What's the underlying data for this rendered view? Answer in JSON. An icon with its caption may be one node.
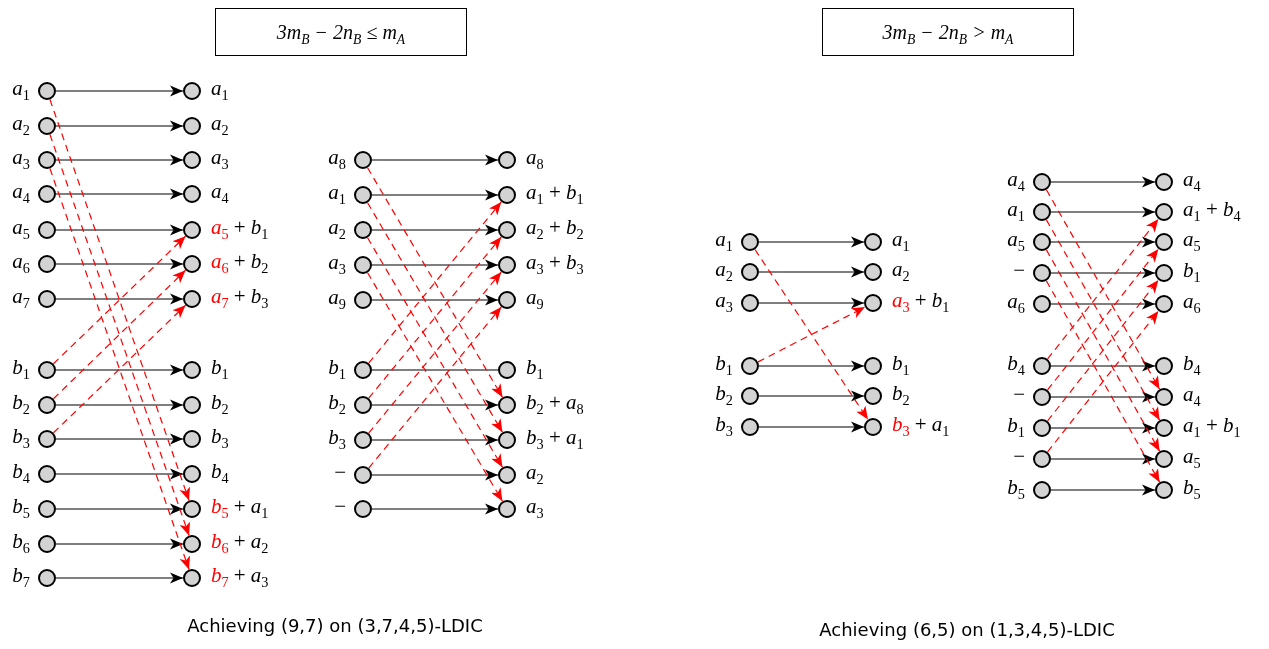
{
  "diagram": {
    "nodes": [
      {
        "text": [
          "3m$_{B}$ − 2n$_{B}$ ≤ m$_{A}$"
        ]
      },
      {
        "text": [],
        "shape": "circle",
        "beside": [
          "*a*$_{1}$"
        ]
      },
      {
        "text": [],
        "shape": "circle",
        "beside": [
          "*a*$_{2}$"
        ]
      },
      {
        "text": [],
        "shape": "circle",
        "beside": [
          "*a*$_{3}$"
        ]
      },
      {
        "text": [],
        "shape": "circle",
        "beside": [
          "*a*$_{4}$"
        ]
      },
      {
        "text": [],
        "shape": "circle",
        "beside": [
          "*a*$_{5}$"
        ]
      },
      {
        "text": [],
        "shape": "circle",
        "beside": [
          "*a*$_{6}$"
        ]
      },
      {
        "text": [],
        "shape": "circle",
        "beside": [
          "*a*$_{7}$"
        ]
      },
      {
        "text": [],
        "shape": "circle",
        "beside": [
          "*b*$_{1}$"
        ]
      },
      {
        "text": [],
        "shape": "circle",
        "beside": [
          "*b*$_{2}$"
        ]
      },
      {
        "text": [],
        "shape": "circle",
        "beside": [
          "*b*$_{3}$"
        ]
      },
      {
        "text": [],
        "shape": "circle",
        "beside": [
          "*b*$_{4}$"
        ]
      },
      {
        "text": [],
        "shape": "circle",
        "beside": [
          "*b*$_{5}$"
        ]
      },
      {
        "text": [],
        "shape": "circle",
        "beside": [
          "*b*$_{6}$"
        ]
      },
      {
        "text": [],
        "shape": "circle",
        "beside": [
          "*b*$_{7}$"
        ]
      },
      {
        "text": [],
        "shape": "circle",
        "beside": [
          "*a*$_{1}$"
        ]
      },
      {
        "text": [],
        "shape": "circle",
        "beside": [
          "*a*$_{2}$"
        ]
      },
      {
        "text": [],
        "shape": "circle",
        "beside": [
          "*a*$_{3}$"
        ]
      },
      {
        "text": [],
        "shape": "circle",
        "beside": [
          "*a*$_{4}$"
        ]
      },
      {
        "text": [],
        "shape": "circle",
        "beside": [
          "*a*$_{5}$",
          "+ *b*$_{1}$"
        ]
      },
      {
        "text": [],
        "shape": "circle",
        "beside": [
          "*a*$_{6}$",
          "+ *b*$_{2}$"
        ]
      },
      {
        "text": [],
        "shape": "circle",
        "beside": [
          "*a*$_{7}$",
          "+ *b*$_{3}$"
        ]
      },
      {
        "text": [],
        "shape": "circle",
        "beside": [
          "*b*$_{1}$"
        ]
      },
      {
        "text": [],
        "shape": "circle",
        "beside": [
          "*b*$_{2}$"
        ]
      },
      {
        "text": [],
        "shape": "circle",
        "beside": [
          "*b*$_{3}$"
        ]
      },
      {
        "text": [],
        "shape": "circle",
        "beside": [
          "*b*$_{4}$"
        ]
      },
      {
        "text": [],
        "shape": "circle",
        "beside": [
          "*b*$_{5}$",
          "+ *a*$_{1}$"
        ]
      },
      {
        "text": [],
        "shape": "circle",
        "beside": [
          "*b*$_{6}$",
          "+ *a*$_{2}$"
        ]
      },
      {
        "text": [],
        "shape": "circle",
        "beside": [
          "*b*$_{7}$",
          "+ *a*$_{3}$"
        ]
      },
      {
        "text": [],
        "shape": "circle",
        "beside": [
          "*a*$_{8}$"
        ]
      },
      {
        "text": [],
        "shape": "circle",
        "beside": [
          "*a*$_{1}$"
        ]
      },
      {
        "text": [],
        "shape": "circle",
        "beside": [
          "*a*$_{2}$"
        ]
      },
      {
        "text": [],
        "shape": "circle",
        "beside": [
          "*a*$_{3}$"
        ]
      },
      {
        "text": [],
        "shape": "circle",
        "beside": [
          "*a*$_{9}$"
        ]
      },
      {
        "text": [],
        "shape": "circle",
        "beside": [
          "*b*$_{1}$"
        ]
      },
      {
        "text": [],
        "shape": "circle",
        "beside": [
          "*b*$_{2}$"
        ]
      },
      {
        "text": [],
        "shape": "circle",
        "beside": [
          "*b*$_{3}$"
        ]
      },
      {
        "text": [],
        "shape": "circle",
        "beside": [
          "−"
        ]
      },
      {
        "text": [],
        "shape": "circle",
        "beside": [
          "−"
        ]
      },
      {
        "text": [],
        "shape": "circle",
        "beside": [
          "*a*$_{8}$"
        ]
      },
      {
        "text": [],
        "shape": "circle",
        "beside": [
          "*a*$_{1}$ + *b*$_{1}$"
        ]
      },
      {
        "text": [],
        "shape": "circle",
        "beside": [
          "*a*$_{2}$ + *b*$_{2}$"
        ]
      },
      {
        "text": [],
        "shape": "circle",
        "beside": [
          "*a*$_{3}$ + *b*$_{3}$"
        ]
      },
      {
        "text": [],
        "shape": "circle",
        "beside": [
          "*a*$_{9}$"
        ]
      },
      {
        "text": [],
        "shape": "circle",
        "beside": [
          "*b*$_{1}$"
        ]
      },
      {
        "text": [],
        "shape": "circle",
        "beside": [
          "*b*$_{2}$ + *a*$_{8}$"
        ]
      },
      {
        "text": [],
        "shape": "circle",
        "beside": [
          "*b*$_{3}$ + *a*$_{1}$"
        ]
      },
      {
        "text": [],
        "shape": "circle",
        "beside": [
          "*a*$_{2}$"
        ]
      },
      {
        "text": [],
        "shape": "circle",
        "beside": [
          "*a*$_{3}$"
        ]
      },
      {
        "text": [
          "3m$_{B}$ − 2n$_{B}$ > m$_{A}$"
        ]
      },
      {
        "text": [],
        "shape": "circle",
        "beside": [
          "*a*$_{1}$"
        ]
      },
      {
        "text": [],
        "shape": "circle",
        "beside": [
          "*a*$_{2}$"
        ]
      },
      {
        "text": [],
        "shape": "circle",
        "beside": [
          "*a*$_{3}$"
        ]
      },
      {
        "text": [],
        "shape": "circle",
        "beside": [
          "*b*$_{1}$"
        ]
      },
      {
        "text": [],
        "shape": "circle",
        "beside": [
          "*b*$_{2}$"
        ]
      },
      {
        "text": [],
        "shape": "circle",
        "beside": [
          "*b*$_{3}$"
        ]
      },
      {
        "text": [],
        "shape": "circle",
        "beside": [
          "*a*$_{1}$"
        ]
      },
      {
        "text": [],
        "shape": "circle",
        "beside": [
          "*a*$_{2}$"
        ]
      },
      {
        "text": [],
        "shape": "circle",
        "beside": [
          "*a*$_{3}$",
          "+ *b*$_{1}$"
        ]
      },
      {
        "text": [],
        "shape": "circle",
        "beside": [
          "*b*$_{1}$"
        ]
      },
      {
        "text": [],
        "shape": "circle",
        "beside": [
          "*b*$_{2}$"
        ]
      },
      {
        "text": [],
        "shape": "circle",
        "beside": [
          "*b*$_{3}$",
          "+ *a*$_{1}$"
        ]
      },
      {
        "text": [],
        "shape": "circle",
        "beside": [
          "*a*$_{4}$"
        ]
      },
      {
        "text": [],
        "shape": "circle",
        "beside": [
          "*a*$_{1}$"
        ]
      },
      {
        "text": [],
        "shape": "circle",
        "beside": [
          "*a*$_{5}$"
        ]
      },
      {
        "text": [],
        "shape": "circle",
        "beside": [
          "−"
        ]
      },
      {
        "text": [],
        "shape": "circle",
        "beside": [
          "*a*$_{6}$"
        ]
      },
      {
        "text": [],
        "shape": "circle",
        "beside": [
          "*b*$_{4}$"
        ]
      },
      {
        "text": [],
        "shape": "circle",
        "beside": [
          "−"
        ]
      },
      {
        "text": [],
        "shape": "circle",
        "beside": [
          "*b*$_{1}$"
        ]
      },
      {
        "text": [],
        "shape": "circle",
        "beside": [
          "−"
        ]
      },
      {
        "text": [],
        "shape": "circle",
        "beside": [
          "*b*$_{5}$"
        ]
      },
      {
        "text": [],
        "shape": "circle",
        "beside": [
          "*a*$_{4}$"
        ]
      },
      {
        "text": [],
        "shape": "circle",
        "beside": [
          "*a*$_{1}$ + *b*$_{4}$"
        ]
      },
      {
        "text": [],
        "shape": "circle",
        "beside": [
          "*a*$_{5}$"
        ]
      },
      {
        "text": [],
        "shape": "circle",
        "beside": [
          "*b*$_{1}$"
        ]
      },
      {
        "text": [],
        "shape": "circle",
        "beside": [
          "*a*$_{6}$"
        ]
      },
      {
        "text": [],
        "shape": "circle",
        "beside": [
          "*b*$_{4}$"
        ]
      },
      {
        "text": [],
        "shape": "circle",
        "beside": [
          "*a*$_{4}$"
        ]
      },
      {
        "text": [],
        "shape": "circle",
        "beside": [
          "*a*$_{1}$ + *b*$_{1}$"
        ]
      },
      {
        "text": [],
        "shape": "circle",
        "beside": [
          "*a*$_{5}$"
        ]
      },
      {
        "text": [],
        "shape": "circle",
        "beside": [
          "*b*$_{5}$"
        ]
      }
    ],
    "edges": [
      {
        "from": 1,
        "to": 15,
        "arrow": "to"
      },
      {
        "from": 2,
        "to": 16,
        "arrow": "to"
      },
      {
        "from": 3,
        "to": 17,
        "arrow": "to"
      },
      {
        "from": 4,
        "to": 18,
        "arrow": "to"
      },
      {
        "from": 5,
        "to": 19,
        "arrow": "to"
      },
      {
        "from": 6,
        "to": 20,
        "arrow": "to"
      },
      {
        "from": 7,
        "to": 21,
        "arrow": "to"
      },
      {
        "from": 8,
        "to": 22,
        "arrow": "to"
      },
      {
        "from": 9,
        "to": 23,
        "arrow": "to"
      },
      {
        "from": 10,
        "to": 24,
        "arrow": "to"
      },
      {
        "from": 11,
        "to": 25,
        "arrow": "to"
      },
      {
        "from": 12,
        "to": 26,
        "arrow": "to"
      },
      {
        "from": 13,
        "to": 27,
        "arrow": "to"
      },
      {
        "from": 14,
        "to": 28,
        "arrow": "to"
      },
      {
        "from": 1,
        "to": 26,
        "arrow": "to",
        "style": "dashed",
        "color": "#ff0000"
      },
      {
        "from": 2,
        "to": 27,
        "arrow": "to",
        "style": "dashed",
        "color": "#ff0000"
      },
      {
        "from": 3,
        "to": 28,
        "arrow": "to",
        "style": "dashed",
        "color": "#ff0000"
      },
      {
        "from": 8,
        "to": 19,
        "arrow": "to",
        "style": "dashed",
        "color": "#ff0000"
      },
      {
        "from": 9,
        "to": 20,
        "arrow": "to",
        "style": "dashed",
        "color": "#ff0000"
      },
      {
        "from": 10,
        "to": 21,
        "arrow": "to",
        "style": "dashed",
        "color": "#ff0000"
      },
      {
        "from": 29,
        "to": 39,
        "arrow": "to"
      },
      {
        "from": 30,
        "to": 40,
        "arrow": "to"
      },
      {
        "from": 31,
        "to": 41,
        "arrow": "to"
      },
      {
        "from": 32,
        "to": 42,
        "arrow": "to"
      },
      {
        "from": 33,
        "to": 43,
        "arrow": "to"
      },
      {
        "from": 34,
        "to": 44,
        "arrow": "none"
      },
      {
        "from": 35,
        "to": 45,
        "arrow": "to"
      },
      {
        "from": 36,
        "to": 46,
        "arrow": "to"
      },
      {
        "from": 37,
        "to": 47,
        "arrow": "to"
      },
      {
        "from": 38,
        "to": 48,
        "arrow": "to"
      },
      {
        "from": 29,
        "to": 45,
        "arrow": "to",
        "style": "dashed",
        "color": "#ff0000"
      },
      {
        "from": 30,
        "to": 46,
        "arrow": "to",
        "style": "dashed",
        "color": "#ff0000"
      },
      {
        "from": 31,
        "to": 47,
        "arrow": "to",
        "style": "dashed",
        "color": "#ff0000"
      },
      {
        "from": 32,
        "to": 48,
        "arrow": "to",
        "style": "dashed",
        "color": "#ff0000"
      },
      {
        "from": 34,
        "to": 40,
        "arrow": "to",
        "style": "dashed",
        "color": "#ff0000"
      },
      {
        "from": 35,
        "to": 41,
        "arrow": "to",
        "style": "dashed",
        "color": "#ff0000"
      },
      {
        "from": 36,
        "to": 42,
        "arrow": "to",
        "style": "dashed",
        "color": "#ff0000"
      },
      {
        "from": 37,
        "to": 43,
        "arrow": "to",
        "style": "dashed",
        "color": "#ff0000"
      },
      {
        "from": 50,
        "to": 56,
        "arrow": "to"
      },
      {
        "from": 51,
        "to": 57,
        "arrow": "to"
      },
      {
        "from": 52,
        "to": 58,
        "arrow": "to"
      },
      {
        "from": 53,
        "to": 59,
        "arrow": "to"
      },
      {
        "from": 54,
        "to": 60,
        "arrow": "to"
      },
      {
        "from": 55,
        "to": 61,
        "arrow": "to"
      },
      {
        "from": 50,
        "to": 61,
        "arrow": "to",
        "style": "dashed",
        "color": "#ff0000"
      },
      {
        "from": 53,
        "to": 58,
        "arrow": "to",
        "style": "dashed",
        "color": "#ff0000"
      },
      {
        "from": 62,
        "to": 72,
        "arrow": "to"
      },
      {
        "from": 63,
        "to": 73,
        "arrow": "to"
      },
      {
        "from": 64,
        "to": 74,
        "arrow": "to"
      },
      {
        "from": 65,
        "to": 75,
        "arrow": "to"
      },
      {
        "from": 66,
        "to": 76,
        "arrow": "to"
      },
      {
        "from": 67,
        "to": 77,
        "arrow": "to"
      },
      {
        "from": 68,
        "to": 78,
        "arrow": "to"
      },
      {
        "from": 69,
        "to": 79,
        "arrow": "to"
      },
      {
        "from": 70,
        "to": 80,
        "arrow": "to"
      },
      {
        "from": 71,
        "to": 81,
        "arrow": "to"
      },
      {
        "from": 62,
        "to": 78,
        "arrow": "to",
        "style": "dashed",
        "color": "#ff0000"
      },
      {
        "from": 63,
        "to": 79,
        "arrow": "to",
        "style": "dashed",
        "color": "#ff0000"
      },
      {
        "from": 64,
        "to": 80,
        "arrow": "to",
        "style": "dashed",
        "color": "#ff0000"
      },
      {
        "from": 65,
        "to": 81,
        "arrow": "to",
        "style": "dashed",
        "color": "#ff0000"
      },
      {
        "from": 67,
        "to": 73,
        "arrow": "to",
        "style": "dashed",
        "color": "#ff0000"
      },
      {
        "from": 68,
        "to": 74,
        "arrow": "to",
        "style": "dashed",
        "color": "#ff0000"
      },
      {
        "from": 69,
        "to": 75,
        "arrow": "to",
        "style": "dashed",
        "color": "#ff0000"
      },
      {
        "from": 70,
        "to": 76,
        "arrow": "to",
        "style": "dashed",
        "color": "#ff0000"
      }
    ],
    "labels": [
      "Achieving (9,7) on (3,7,4,5)-LDIC",
      "Achieving (6,5) on (1,3,4,5)-LDIC"
    ]
  }
}
